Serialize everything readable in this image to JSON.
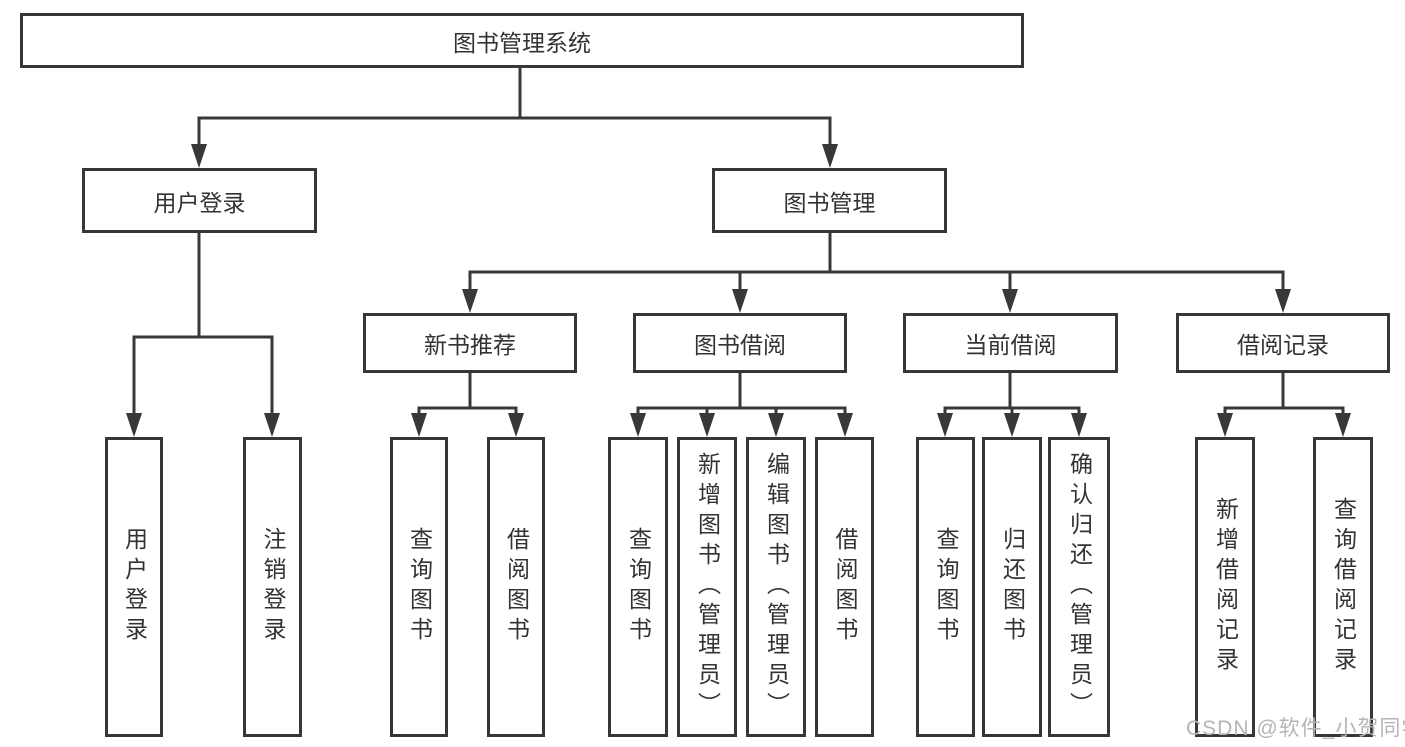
{
  "diagram": {
    "root": {
      "label": "图书管理系统"
    },
    "user_login": {
      "label": "用户登录",
      "children": [
        {
          "label": "用户登录"
        },
        {
          "label": "注销登录"
        }
      ]
    },
    "book_management": {
      "label": "图书管理",
      "children": [
        {
          "label": "新书推荐",
          "children": [
            {
              "label": "查询图书"
            },
            {
              "label": "借阅图书"
            }
          ]
        },
        {
          "label": "图书借阅",
          "children": [
            {
              "label": "查询图书"
            },
            {
              "label": "新增图书（管理员）"
            },
            {
              "label": "编辑图书（管理员）"
            },
            {
              "label": "借阅图书"
            }
          ]
        },
        {
          "label": "当前借阅",
          "children": [
            {
              "label": "查询图书"
            },
            {
              "label": "归还图书"
            },
            {
              "label": "确认归还（管理员）"
            }
          ]
        },
        {
          "label": "借阅记录",
          "children": [
            {
              "label": "新增借阅记录"
            },
            {
              "label": "查询借阅记录"
            }
          ]
        }
      ]
    },
    "watermark": "CSDN @软件_小贺同学",
    "colors": {
      "line": "#383838",
      "border": "#373737",
      "text": "#333333",
      "watermark": "#b5b5b5",
      "background": "#ffffff"
    }
  }
}
